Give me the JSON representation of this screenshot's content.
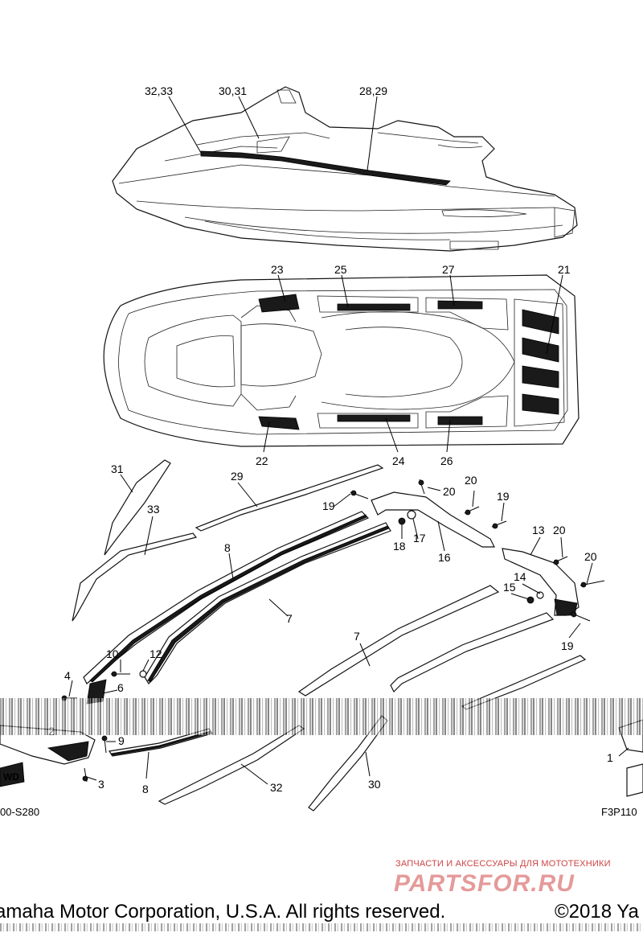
{
  "callouts": {
    "c3233": "32,33",
    "c3031": "30,31",
    "c2829": "28,29",
    "c23": "23",
    "c25": "25",
    "c27": "27",
    "c21": "21",
    "c22": "22",
    "c24": "24",
    "c26": "26",
    "c31": "31",
    "c29": "29",
    "c33": "33",
    "c8a": "8",
    "c7a": "7",
    "c19a": "19",
    "c20a": "20",
    "c20b": "20",
    "c19b": "19",
    "c17": "17",
    "c18": "18",
    "c16": "16",
    "c13": "13",
    "c20c": "20",
    "c20d": "20",
    "c14": "14",
    "c15": "15",
    "c19c": "19",
    "c7b": "7",
    "c10": "10",
    "c12": "12",
    "c4": "4",
    "c6": "6",
    "c2": "2",
    "c9": "9",
    "c3": "3",
    "c8b": "8",
    "c32": "32",
    "c30": "30",
    "c1": "1"
  },
  "codes": {
    "left": "00-S280",
    "right": "F3P110"
  },
  "fwd_label": "WD",
  "watermark": {
    "tagline": "ЗАПЧАСТИ И АКСЕССУАРЫ ДЛЯ МОТОТЕХНИКИ",
    "brand": "PARTSFOR.RU"
  },
  "copyright": {
    "left": "amaha Motor Corporation, U.S.A. All rights reserved.",
    "right": "©2018 Ya"
  }
}
